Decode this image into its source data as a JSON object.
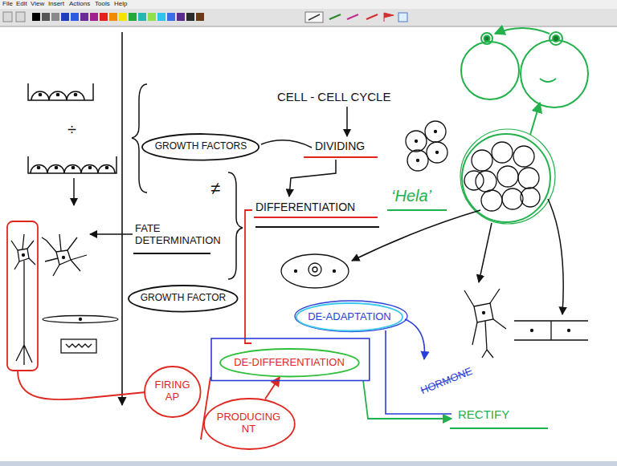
{
  "diagram": {
    "nodes": [
      {
        "text": [
          "GROWTH FACTORS"
        ]
      },
      {
        "text": [
          "GROWTH FACTOR"
        ]
      },
      {
        "text": [
          "DE-ADAPTATION"
        ]
      },
      {
        "text": [
          "DE-DIFFERENTIATION"
        ]
      },
      {
        "text": [
          "FIRING AP"
        ]
      },
      {
        "text": [
          "PRODUCING NT"
        ]
      }
    ],
    "edges": [
      {
        "from": 5,
        "to": 3,
        "arrow": "to"
      }
    ],
    "labels": [
      "File",
      "Edit",
      "View",
      "Insert",
      "Actions",
      "Tools",
      "Help",
      "CELL - CELL CYCLE",
      "DIVIDING",
      "DIFFERENTIATION",
      "÷",
      "FATE DETERMINATION",
      "≠",
      "‘Hela’",
      "HORMONE",
      "RECTIFY"
    ]
  }
}
